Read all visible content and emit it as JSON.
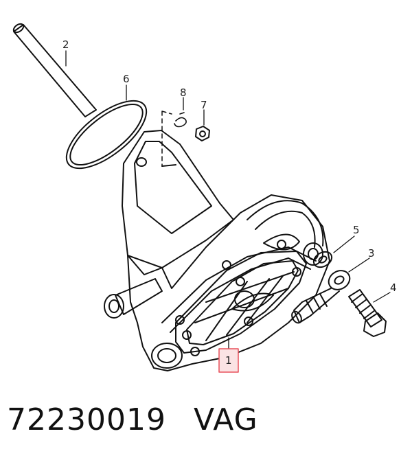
{
  "callouts": {
    "p1": "1",
    "p2": "2",
    "p3": "3",
    "p4": "4",
    "p5": "5",
    "p6": "6",
    "p7": "7",
    "p8": "8"
  },
  "highlight_color": "#e8505b",
  "caption": {
    "part_number": "72230019",
    "brand": "VAG"
  }
}
